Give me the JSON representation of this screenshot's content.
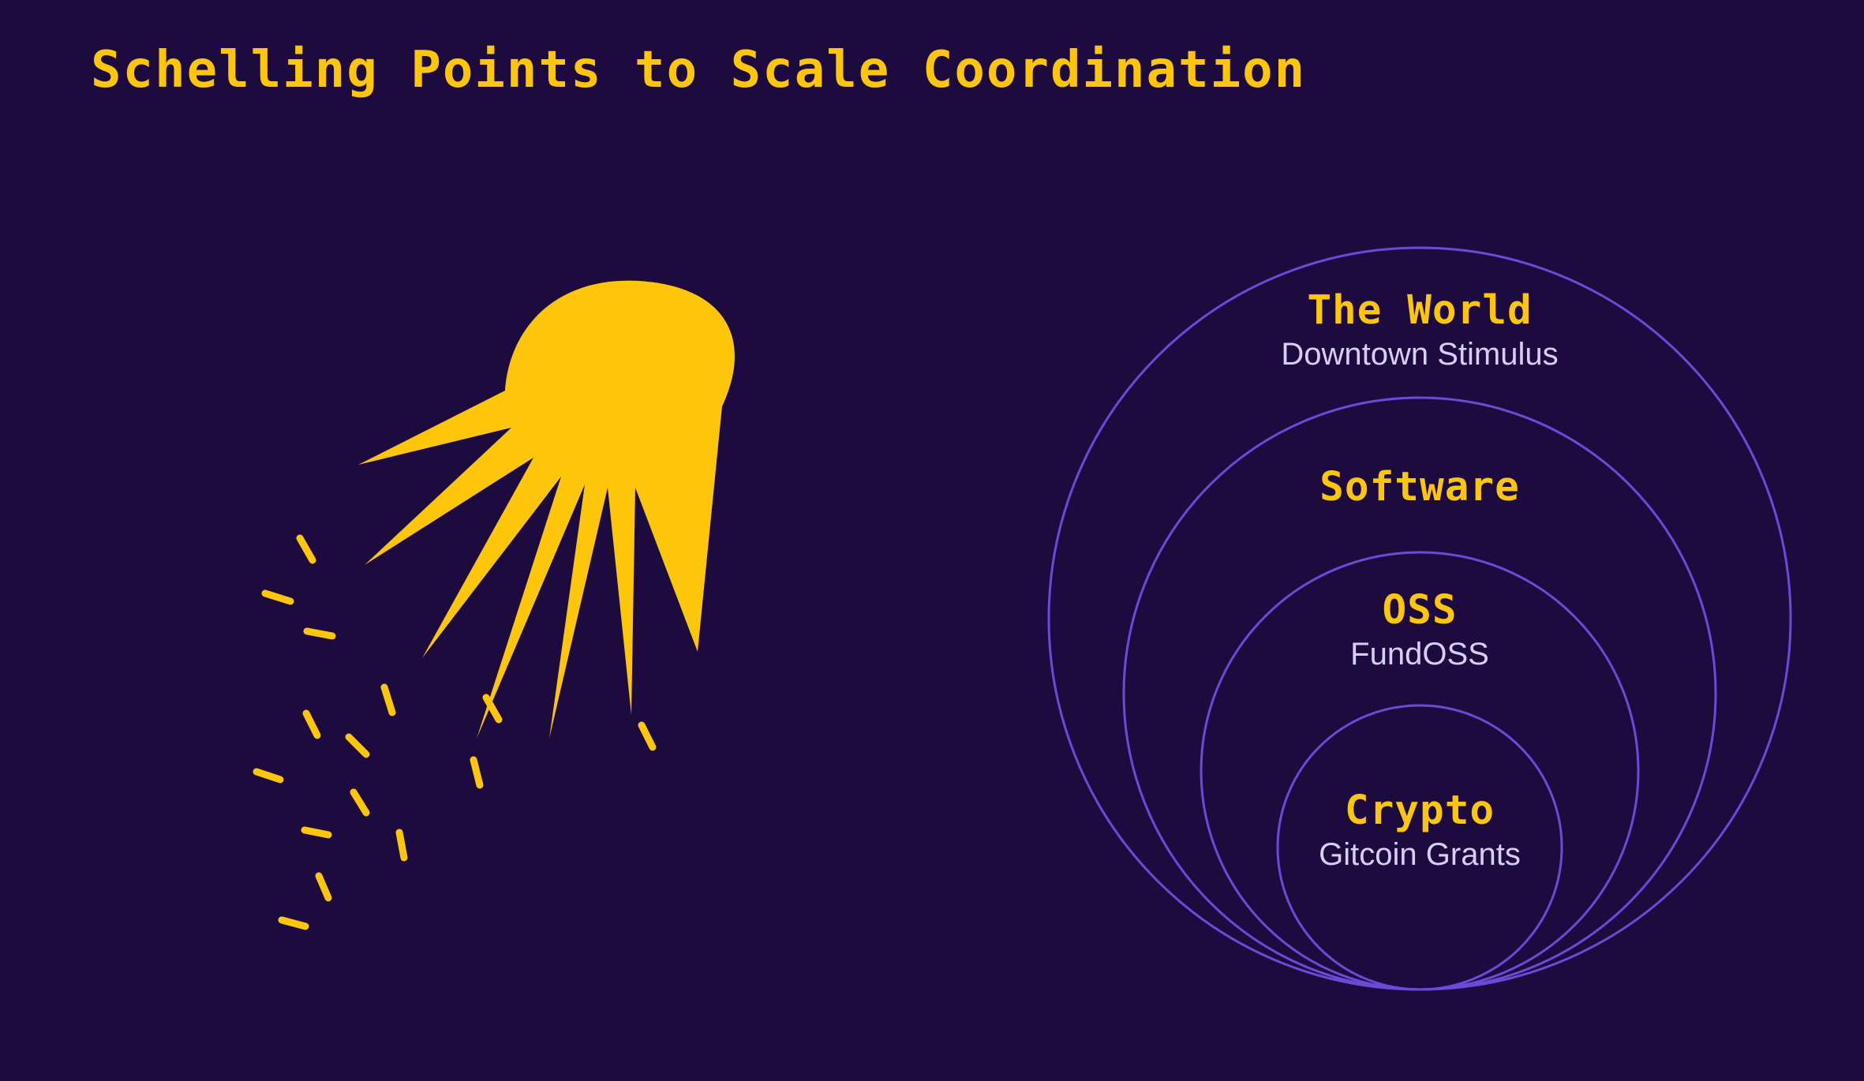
{
  "page": {
    "title": "Schelling Points to Scale Coordination",
    "background_color": "#1d0b40",
    "accent_yellow": "#fdc60a",
    "circle_stroke_color": "#6b4ad6",
    "sublabel_color": "#d5cff2"
  },
  "diagram": {
    "type": "nested-circles",
    "rings": [
      {
        "label": "The World",
        "sublabel": "Downtown Stimulus"
      },
      {
        "label": "Software",
        "sublabel": ""
      },
      {
        "label": "OSS",
        "sublabel": "FundOSS"
      },
      {
        "label": "Crypto",
        "sublabel": "Gitcoin Grants"
      }
    ]
  },
  "illustration": {
    "name": "comet-with-sparks",
    "color": "#fdc60a"
  }
}
